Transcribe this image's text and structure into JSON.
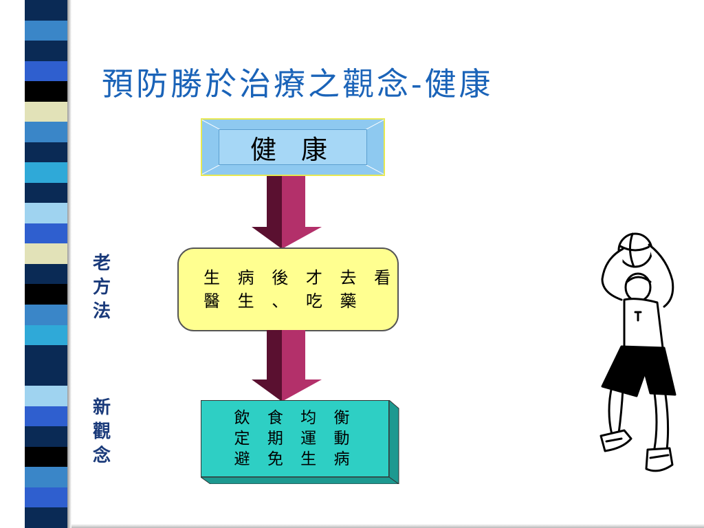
{
  "title": "預防勝於治療之觀念-健康",
  "top_box": {
    "label": "健 康"
  },
  "old_box": {
    "lines": [
      "生 病 後 才 去 看",
      "醫 生 、 吃 藥"
    ]
  },
  "new_box": {
    "lines": [
      "飲 食 均 衡",
      "定 期 運 動",
      "避 免 生 病"
    ]
  },
  "side_labels": {
    "old_method": [
      "老",
      "方",
      "法"
    ],
    "new_concept": [
      "新",
      "觀",
      "念"
    ]
  },
  "colors": {
    "title": "#1a63b8",
    "top_box": "#8ec9f0",
    "old_box": "#ffff90",
    "new_box": "#2ecfc4",
    "arrow": "#b3306a",
    "side_label": "#1a3a7a"
  },
  "stripe_colors": [
    "#0a2a55",
    "#3a86c8",
    "#0a2a55",
    "#2f5fcf",
    "#000000",
    "#e2e2b8",
    "#3a86c8",
    "#0a2a55",
    "#2fa9d8",
    "#0a2a55",
    "#9fd3f0",
    "#2f5fcf",
    "#e2e2b8",
    "#0a2a55",
    "#000000",
    "#3a86c8",
    "#2fa9d8",
    "#0a2a55",
    "#0a2a55",
    "#9fd3f0",
    "#2f5fcf",
    "#0a2a55",
    "#000000",
    "#3a86c8",
    "#2f5fcf",
    "#0a2a55"
  ],
  "icons": {
    "player": "basketball-player-illustration"
  }
}
